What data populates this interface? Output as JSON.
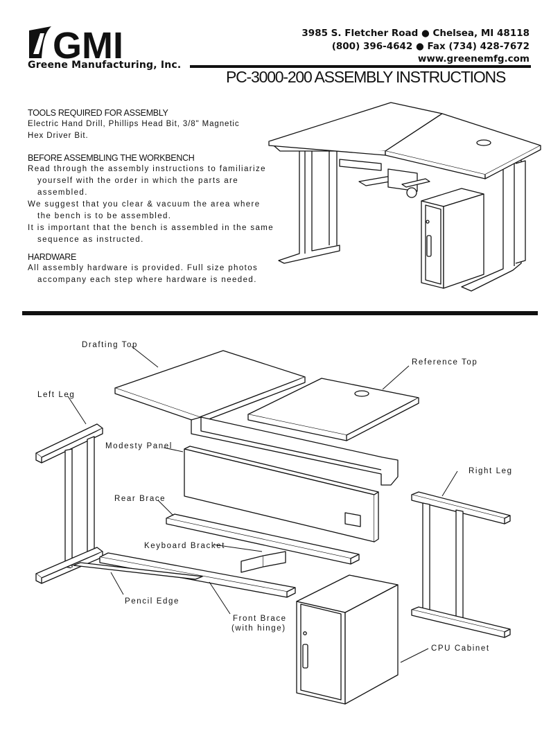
{
  "header": {
    "logo_text": "GMI",
    "company": "Greene Manufacturing, Inc.",
    "address_line": "3985 S. Fletcher Road ● Chelsea, MI  48118",
    "phone_line": "(800) 396-4642 ● Fax (734) 428-7672",
    "web": "www.greenemfg.com",
    "title": "PC-3000-200 ASSEMBLY INSTRUCTIONS"
  },
  "sections": {
    "tools": {
      "heading": "TOOLS REQUIRED FOR ASSEMBLY",
      "lines": [
        "Electric Hand Drill, Phillips Head Bit, 3/8\" Magnetic",
        "Hex Driver Bit."
      ]
    },
    "before": {
      "heading": "BEFORE ASSEMBLING THE WORKBENCH",
      "lines": [
        "Read through the assembly instructions to familiarize",
        "yourself with the order in which the parts are",
        "assembled.",
        "We suggest that you clear & vacuum the area where",
        "the bench is to be assembled.",
        "It is important that the bench is assembled in the same",
        "sequence as instructed."
      ]
    },
    "hardware": {
      "heading": "HARDWARE",
      "lines": [
        "All assembly hardware is provided.  Full size photos",
        "accompany each step where hardware is needed."
      ]
    }
  },
  "parts": {
    "drafting_top": "Drafting Top",
    "reference_top": "Reference Top",
    "left_leg": "Left Leg",
    "modesty_panel": "Modesty Panel",
    "right_leg": "Right Leg",
    "rear_brace": "Rear Brace",
    "keyboard_bracket": "Keyboard Bracket",
    "pencil_edge": "Pencil Edge",
    "front_brace": "Front Brace",
    "front_brace_sub": "(with hinge)",
    "cpu_cabinet": "CPU Cabinet"
  }
}
